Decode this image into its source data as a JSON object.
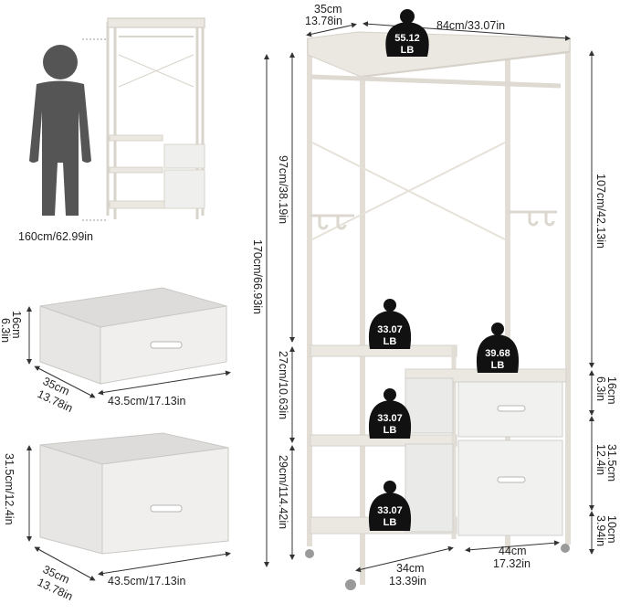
{
  "person": {
    "height_label": "160cm/62.99in"
  },
  "drawer_small": {
    "height": "16cm",
    "height_in": "6.3in",
    "depth": "35cm",
    "depth_in": "13.78in",
    "width": "43.5cm/17.13in"
  },
  "drawer_large": {
    "height": "31.5cm/12.4in",
    "depth": "35cm",
    "depth_in": "13.78in",
    "width": "43.5cm/17.13in"
  },
  "rack": {
    "depth_top": "35cm",
    "depth_top_in": "13.78in",
    "width_top": "84cm/33.07in",
    "total_height": "170cm/66.93in",
    "upper_height": "97cm/38.19in",
    "mid_height": "27cm/10.63in",
    "low_height": "29cm/114.42in",
    "right_height": "107cm/42.13in",
    "drawer1_h": "16cm",
    "drawer1_h_in": "6.3in",
    "drawer2_h": "31.5cm",
    "drawer2_h_in": "12.4in",
    "leg_h": "10cm",
    "leg_h_in": "3.94in",
    "shelf_w": "34cm",
    "shelf_w_in": "13.39in",
    "cab_w": "44cm",
    "cab_w_in": "17.32in"
  },
  "weights": {
    "top": {
      "value": "55.12",
      "unit": "LB"
    },
    "shelf1": {
      "value": "33.07",
      "unit": "LB"
    },
    "cabinet": {
      "value": "39.68",
      "unit": "LB"
    },
    "shelf2": {
      "value": "33.07",
      "unit": "LB"
    },
    "shelf3": {
      "value": "33.07",
      "unit": "LB"
    }
  },
  "colors": {
    "frame": "#e9e6df",
    "panel": "#ededeb",
    "person": "#555555",
    "badge": "#111111"
  }
}
